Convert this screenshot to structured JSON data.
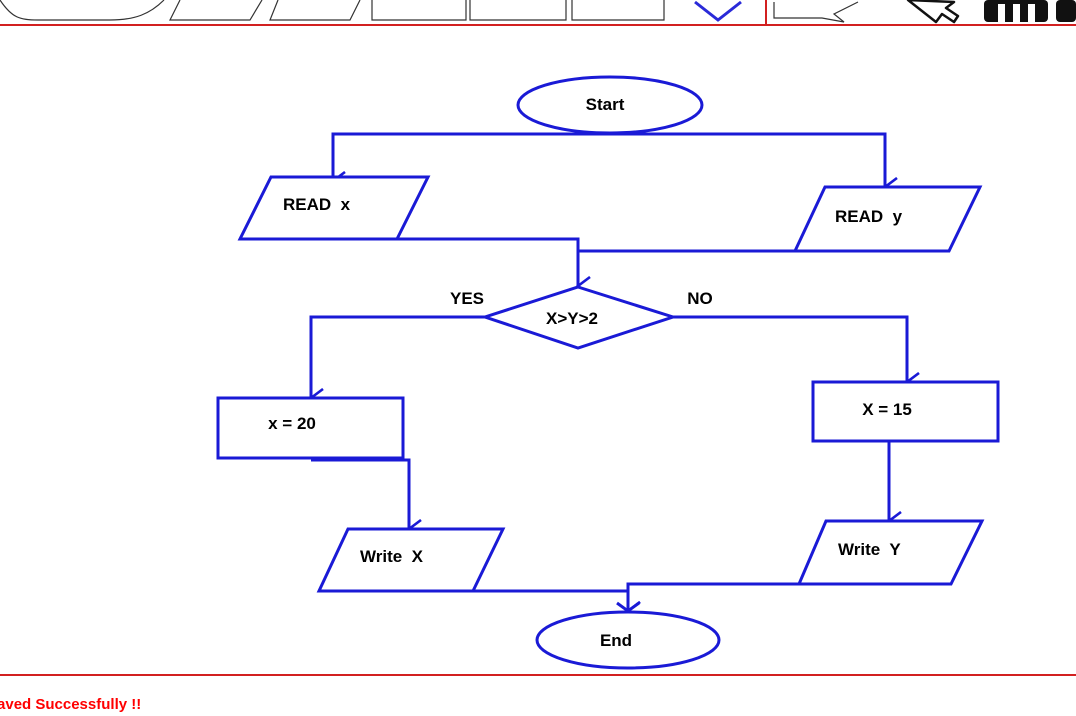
{
  "toolbar": {
    "tools": [
      {
        "icon": "terminal-shape-icon"
      },
      {
        "icon": "input-output-shape-icon"
      },
      {
        "icon": "input-output-shape-icon"
      },
      {
        "icon": "process-shape-icon"
      },
      {
        "icon": "process-shape-icon"
      },
      {
        "icon": "process-shape-icon"
      },
      {
        "icon": "decision-shape-icon"
      },
      {
        "icon": "connector-arrow-icon"
      },
      {
        "icon": "pointer-icon"
      },
      {
        "icon": "trash-icon"
      }
    ]
  },
  "flowchart": {
    "line_color": "#1a1ad6",
    "nodes": {
      "start": {
        "label": "Start"
      },
      "read_x": {
        "label": "READ  x"
      },
      "read_y": {
        "label": "READ  y"
      },
      "decision": {
        "label": "X>Y>2"
      },
      "assign_x": {
        "label": "x = 20"
      },
      "assign_X": {
        "label": "X = 15"
      },
      "write_x": {
        "label": "Write  X"
      },
      "write_y": {
        "label": "Write  Y"
      },
      "end": {
        "label": "End"
      }
    },
    "branch_labels": {
      "yes": "YES",
      "no": "NO"
    }
  },
  "status": {
    "message": "Saved Successfully !!",
    "color": "#ff0000"
  }
}
